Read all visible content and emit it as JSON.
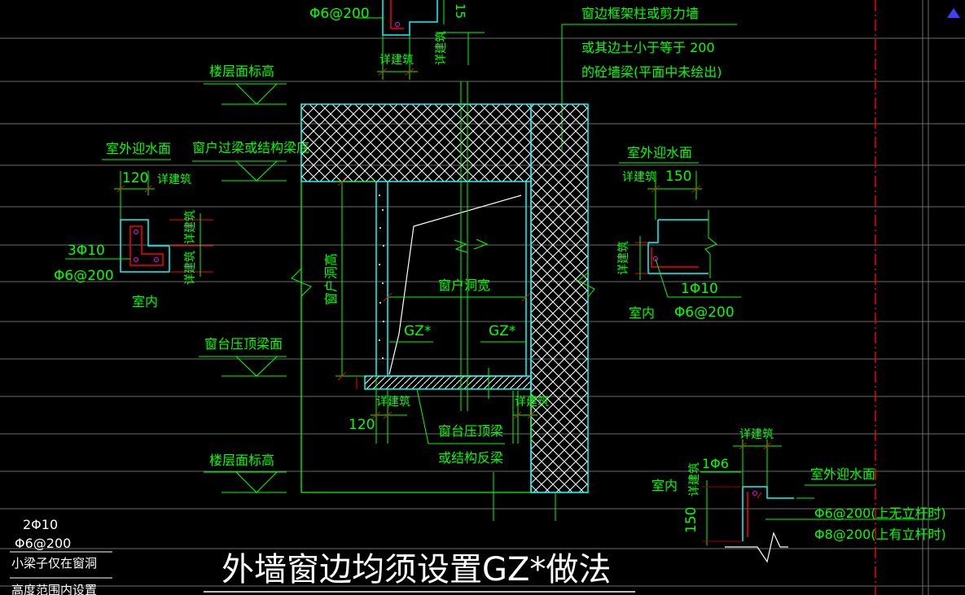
{
  "colors": {
    "background": "#000000",
    "text": "#00ff00",
    "line_green": "#00ff00",
    "line_cyan": "#00ffff",
    "line_red": "#ff0000",
    "line_white": "#ffffff",
    "line_gray": "#808080",
    "line_dark_red": "#a00000",
    "line_magenta": "#ff00ff",
    "accent_blue": "#4040ff"
  },
  "icons": {
    "toolbar_marker": "triangle-icon"
  },
  "labels": {
    "top_rebar": "Φ6@200",
    "dim_15": "15",
    "top_xjz": "详建筑",
    "top_xjz_v": "详建筑",
    "frame_note_1": "窗边框架柱或剪力墙",
    "frame_note_2": "或其边土小于等于 200",
    "frame_note_3": "的砼墙梁(平面中未绘出)",
    "floor_level_top": "楼层面标高",
    "outdoor_water_left": "室外迎水面",
    "lintel_bottom": "窗户过梁或结构梁底",
    "dim_120_left": "120",
    "xjz_left": "详建筑",
    "xjz_left_v1": "详建筑",
    "xjz_left_v2": "详建筑",
    "rebar_3phi10": "3Φ10",
    "rebar_left_stirrup": "Φ6@200",
    "indoor_left": "室内",
    "window_height": "窗户洞高",
    "window_width": "窗户洞宽",
    "gz_left": "GZ*",
    "gz_right": "GZ*",
    "outdoor_water_right": "室外迎水面",
    "xjz_right": "详建筑",
    "dim_150_right": "150",
    "xjz_right_v": "详建筑",
    "rebar_1phi10": "1Φ10",
    "indoor_right": "室内",
    "rebar_right_stirrup": "Φ6@200",
    "sill_top": "窗台压顶梁面",
    "xjz_bottom_left": "详建筑",
    "xjz_bottom_right": "详建筑",
    "dim_120_bottom": "120",
    "sill_beam_1": "窗台压顶梁",
    "sill_beam_2": "或结构反梁",
    "floor_level_bottom": "楼层面标高",
    "xjz_br_top": "详建筑",
    "rebar_1phi6": "1Φ6",
    "indoor_br": "室内",
    "xjz_br_v": "详建筑",
    "outdoor_water_br": "室外迎水面",
    "dim_150_br": "150",
    "rebar_no_post": "Φ6@200(上无立杆时)",
    "rebar_with_post": "Φ8@200(上有立杆时)",
    "bl_rebar_1": "2Φ10",
    "bl_rebar_2": "Φ6@200",
    "bl_note_1": "小梁子仅在窗洞",
    "bl_note_2": "高度范围内设置",
    "main_title": "外墙窗边均须设置GZ*做法"
  }
}
